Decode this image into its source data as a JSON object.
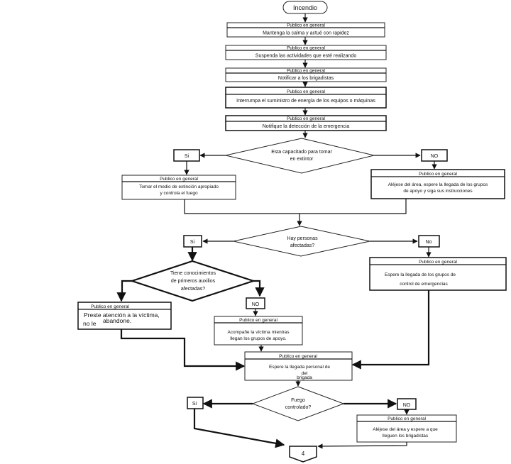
{
  "start": "Incendio",
  "end": "4",
  "actor": "Publico en general",
  "steps": [
    "Mantenga la calma y actué con rapidez",
    "Suspenda las actividades que esté realizando",
    "Notificar a los brigadistas",
    "Interrumpa el suministro de energía de los equipos o máquinas",
    "Notifique la detección de la emergencia"
  ],
  "decision1": {
    "line1": "Esta capacitado para tomar",
    "line2": "en extintor",
    "yes": "Si",
    "no": "NO"
  },
  "d1_yes": {
    "line1": "Tomar el medio de extinción apropiado",
    "line2": "y controla el fuego"
  },
  "d1_no": {
    "line1": "Aléjese del  área, espere la llegada de los grupos",
    "line2": "de apoyo y siga sus instrucciones"
  },
  "decision2": {
    "line1": "Hay personas",
    "line2": "afectadas?",
    "yes": "Si",
    "no": "No"
  },
  "d2_no": {
    "line1": "Espere la llegada de los grupos de",
    "line2": "control de emergencias"
  },
  "decision3": {
    "line1": "Tiene conocimientos",
    "line2": "de primeros auxilios",
    "line3": "afectadas?",
    "no": "NO"
  },
  "d3_yes": {
    "line1": "Preste atención a la víctima,",
    "line2a": "no le",
    "line2b": "abandone."
  },
  "d3_no": {
    "line1": "Acompañe la víctima mientras",
    "line2": "llegan los grupos de apoyo."
  },
  "wait_brigade": {
    "line1": "Espere la llegada   personal de",
    "line2": "del",
    "line3": "brigada"
  },
  "decision4": {
    "line1": "Fuego",
    "line2": "controlado?",
    "yes": "Si",
    "no": "NO"
  },
  "d4_no": {
    "line1": "Aléjese del área y espere a que",
    "line2": "lleguen los brigadistas"
  }
}
